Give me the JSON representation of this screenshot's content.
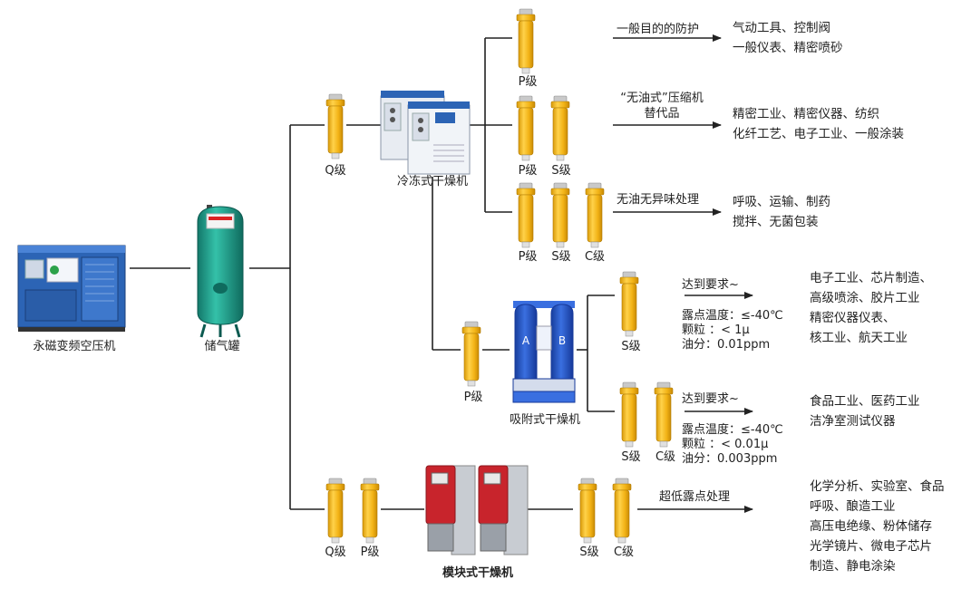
{
  "equipment": {
    "compressor": "永磁变频空压机",
    "tank": "储气罐",
    "refrigerated_dryer": "冷冻式干燥机",
    "adsorption_dryer": "吸附式干燥机",
    "modular_dryer": "模块式干燥机"
  },
  "filter_labels": {
    "q_refrig": "Q级",
    "p_top": "P级",
    "p_b2": "P级",
    "s_b2": "S级",
    "p_b3": "P级",
    "s_b3": "S级",
    "c_b3": "C级",
    "p_ads_in": "P级",
    "s_ads_1": "S级",
    "s_ads_2": "S级",
    "c_ads_2": "C级",
    "q_mod": "Q级",
    "p_mod": "P级",
    "s_mod": "S级",
    "c_mod": "C级"
  },
  "annotations": {
    "general": "一般目的的防护",
    "oilfree_1": "“无油式”压缩机",
    "oilfree_2": "替代品",
    "nonodor": "无油无异味处理",
    "req1": "达到要求~",
    "req2": "达到要求~",
    "ultra": "超低露点处理"
  },
  "specs": {
    "s1_dew": "露点温度：≤-40℃",
    "s1_particle": "颗粒 ：< 1μ",
    "s1_oil": "油分：0.01ppm",
    "s2_dew": "露点温度：≤-40℃",
    "s2_particle": "颗粒 ：< 0.01μ",
    "s2_oil": "油分：0.003ppm"
  },
  "applications": {
    "a1": "气动工具、控制阀\n一般仪表、精密喷砂",
    "a2": "精密工业、精密仪器、纺织\n化纤工艺、电子工业、一般涂装",
    "a3": "呼吸、运输、制药\n搅拌、无菌包装",
    "a4": "电子工业、芯片制造、\n高级喷涂、胶片工业\n精密仪器仪表、\n核工业、航天工业",
    "a5": "食品工业、医药工业\n洁净室测试仪器",
    "a6": "化学分析、实验室、食品\n呼吸、酿造工业\n高压电绝缘、粉体储存\n光学镜片、微电子芯片\n制造、静电涂染"
  },
  "equipment_text": {
    "adsorber_a": "A",
    "adsorber_b": "B"
  },
  "colors": {
    "filter_yellow": "#f2b316",
    "tank_green": "#1f9e8c",
    "compressor_blue": "#2c64b5",
    "adsorber_blue": "#1f4fbf",
    "modular_red": "#c8242c",
    "line": "#222222"
  }
}
